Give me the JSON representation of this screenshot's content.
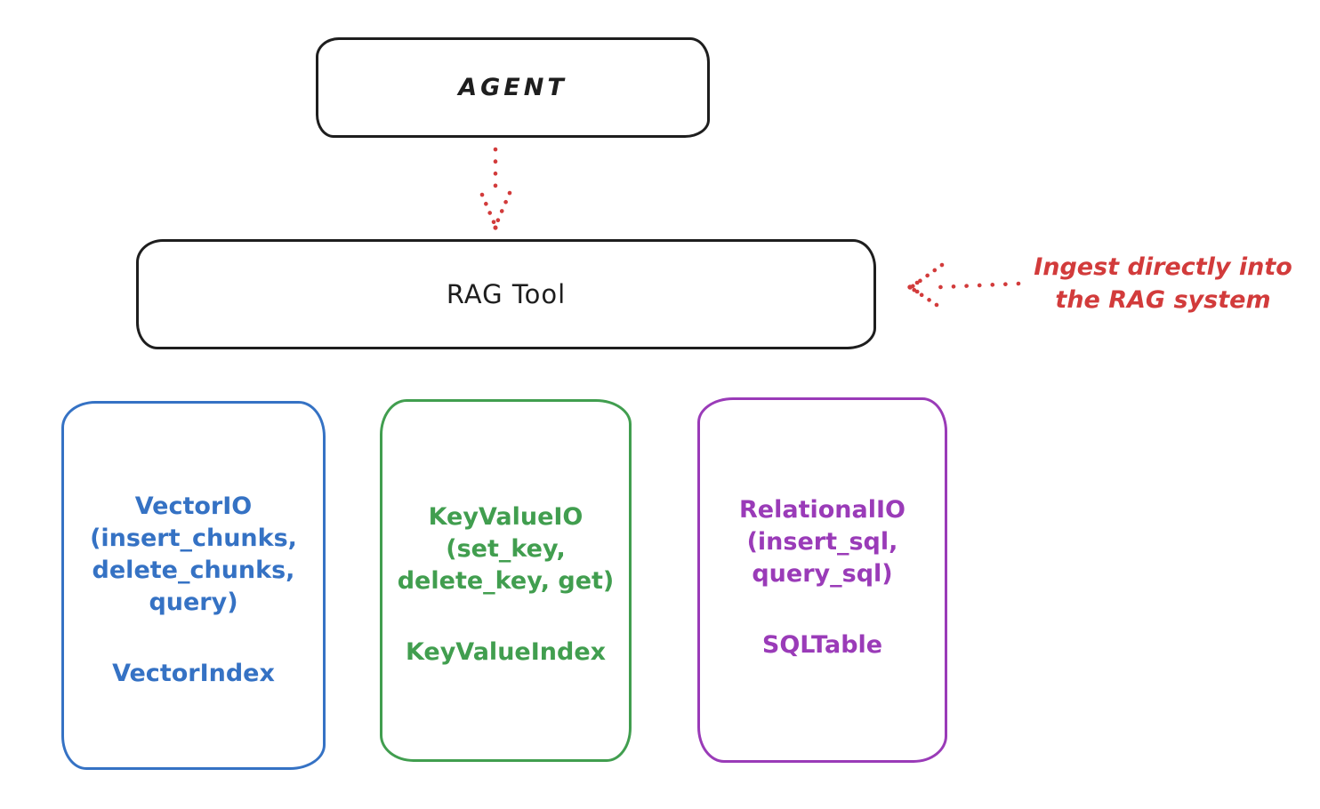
{
  "diagram": {
    "nodes": {
      "agent": {
        "label": "AGENT"
      },
      "rag_tool": {
        "label": "RAG Tool"
      }
    },
    "annotation": {
      "line1": "Ingest directly into",
      "line2": "the RAG system",
      "color": "#d23b3b"
    },
    "arrows": [
      {
        "name": "agent-to-rag-tool-arrow",
        "style": "dotted",
        "direction": "down",
        "color": "#d23b3b"
      },
      {
        "name": "ingest-into-rag-arrow",
        "style": "dotted",
        "direction": "left",
        "color": "#d23b3b"
      }
    ],
    "storage_boxes": [
      {
        "name": "vector-io",
        "color": "#3572c4",
        "lines": [
          "VectorIO",
          "(insert_chunks,",
          "delete_chunks,",
          "query)"
        ],
        "footer": "VectorIndex"
      },
      {
        "name": "keyvalue-io",
        "color": "#419e4f",
        "lines": [
          "KeyValueIO",
          "(set_key,",
          "delete_key, get)"
        ],
        "footer": "KeyValueIndex"
      },
      {
        "name": "relational-io",
        "color": "#9a3bb8",
        "lines": [
          "RelationalIO",
          "(insert_sql,",
          "query_sql)"
        ],
        "footer": "SQLTable"
      }
    ],
    "colors": {
      "stroke_black": "#1e1e1e",
      "background": "#ffffff"
    }
  }
}
